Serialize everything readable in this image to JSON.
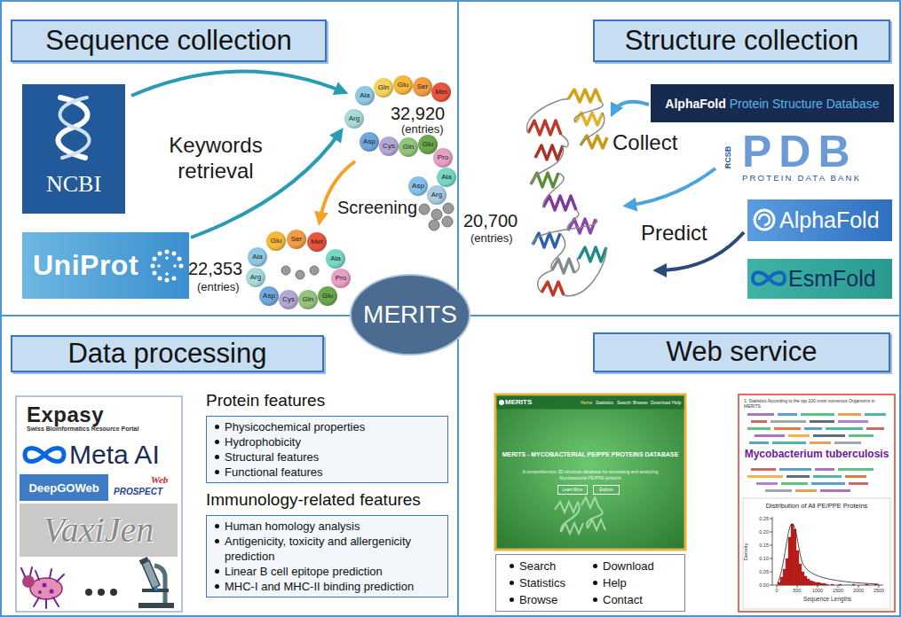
{
  "diagram": {
    "nodes": [
      {
        "text": [
          "Sequence collection"
        ]
      },
      {
        "text": [
          "NCBI"
        ]
      },
      {
        "text": [
          "UniProt"
        ]
      },
      {
        "text": [
          "Ala"
        ]
      },
      {
        "text": [
          "Gln"
        ]
      },
      {
        "text": [
          "Glu"
        ]
      },
      {
        "text": [
          "Ser"
        ]
      },
      {
        "text": [
          "Met"
        ]
      },
      {
        "text": [
          "Arg"
        ]
      },
      {
        "text": [
          "Asp"
        ]
      },
      {
        "text": [
          "Cys"
        ]
      },
      {
        "text": [
          "Gln"
        ]
      },
      {
        "text": [
          "Glu"
        ]
      },
      {
        "text": [
          "Pro"
        ]
      },
      {
        "text": [
          "Ala"
        ]
      },
      {
        "text": [
          "Arg"
        ]
      },
      {
        "text": [
          "Asp"
        ]
      },
      {
        "text": [
          "Ala"
        ]
      },
      {
        "text": [
          "Glu"
        ]
      },
      {
        "text": [
          "Ser"
        ]
      },
      {
        "text": [
          "Met"
        ]
      },
      {
        "text": [
          "Arg"
        ]
      },
      {
        "text": [
          "Asp"
        ]
      },
      {
        "text": [
          "Cys"
        ]
      },
      {
        "text": [
          "Gln"
        ]
      },
      {
        "text": [
          "Glu"
        ]
      },
      {
        "text": [
          "Pro"
        ]
      },
      {
        "text": [
          "Ala"
        ]
      },
      {
        "text": [
          "Structure collection"
        ]
      },
      {
        "text": [
          "AlphaFold",
          "Protein Structure Database"
        ]
      },
      {
        "text": [
          "RCSB",
          "PDB",
          "PROTEIN DATA BANK"
        ]
      },
      {
        "text": [
          "AlphaFold"
        ]
      },
      {
        "text": [
          "EsmFold"
        ]
      },
      {
        "text": [
          "MERITS"
        ]
      },
      {
        "text": [
          "Data processing"
        ]
      },
      {
        "text": [
          "Expasy",
          "Swiss Bioinformatics Resource Portal"
        ]
      },
      {
        "text": [
          "Meta AI"
        ]
      },
      {
        "text": [
          "DeepGOWeb"
        ]
      },
      {
        "text": [
          "PROSPECT",
          "Web"
        ]
      },
      {
        "text": [
          "VaxiJen"
        ]
      },
      {
        "text": [
          "Protein features",
          "Physicochemical properties",
          "Hydrophobicity",
          "Structural features",
          "Functional features"
        ]
      },
      {
        "text": [
          "Immunology-related features",
          "Human homology analysis",
          "Antigenicity, toxicity and allergenicity prediction",
          "Linear B cell epitope prediction",
          "MHC-I and MHC-II binding prediction"
        ]
      },
      {
        "text": [
          "Web service"
        ]
      },
      {
        "text": [
          "MERITS",
          "Home",
          "Statistics",
          "Search",
          "Browse",
          "Download",
          "Help",
          "MERITS - MYCOBACTERIAL PE/PPE PROTEINS DATABASE",
          "A comprehensive 3D structure database for annotating and analyzing Mycobacterial PE/PPE proteins",
          "Learn More",
          "Explore"
        ]
      },
      {
        "text": [
          "Search",
          "Download",
          "Statistics",
          "Help",
          "Browse",
          "Contact"
        ]
      },
      {
        "text": [
          "1. Statistics According to the top 100 most numerous Organisms in MERITS",
          "Mycobacterium tuberculosis",
          "Distribution of All PE/PPE Proteins",
          "0.25",
          "0.20",
          "0.15",
          "0.10",
          "0.05",
          "0.00",
          "0",
          "500",
          "1000",
          "1500",
          "2000",
          "2500",
          "Density",
          "Sequence Lengths"
        ]
      }
    ],
    "labels": [
      "Keywords retrieval",
      "32,920",
      "(entries)",
      "Screening",
      "22,353",
      "(entries)",
      "Collect",
      "Predict",
      "20,700",
      "(entries)"
    ]
  }
}
